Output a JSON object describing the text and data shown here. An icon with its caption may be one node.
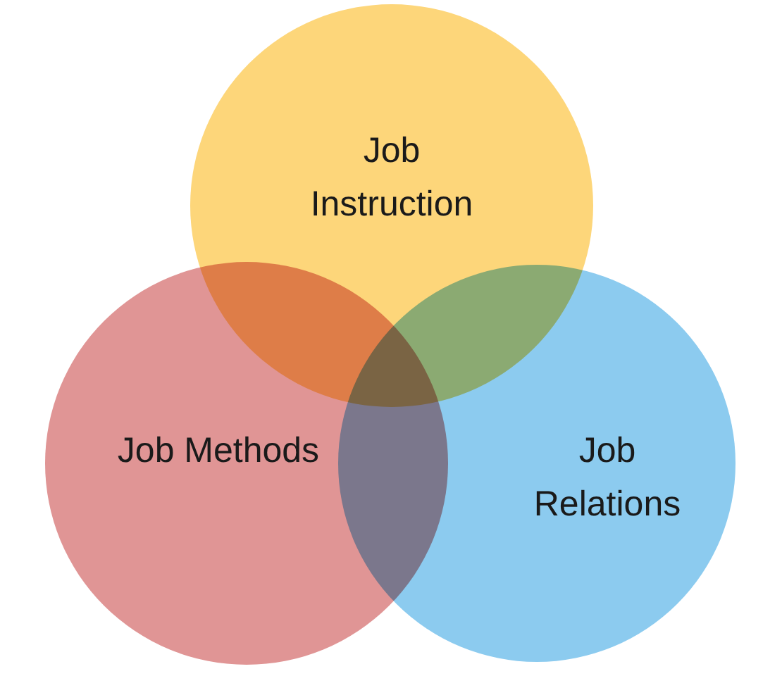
{
  "diagram": {
    "nodes": [
      {
        "text": [
          "Job Instruction"
        ]
      },
      {
        "text": [
          "Job Methods"
        ]
      },
      {
        "text": [
          "Job Relations"
        ]
      }
    ]
  }
}
